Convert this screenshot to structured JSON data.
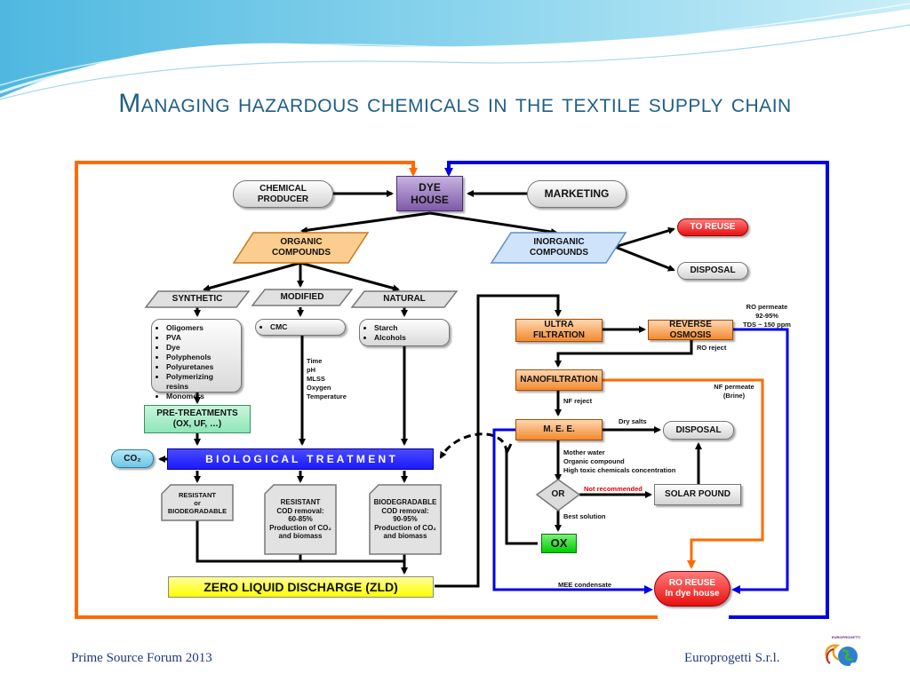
{
  "title": "Managing hazardous chemicals in the textile supply chain",
  "footer": {
    "left": "Prime Source Forum 2013",
    "right": "Europrogetti S.r.l.",
    "logo_text": "EUROPROGETTI"
  },
  "colors": {
    "orange_loop": "#ff6a00",
    "blue_loop": "#0000e6",
    "title": "#1f5f85",
    "bio_bar": "#1a1aff",
    "zld": "#ffff00",
    "reuse": "#e81010",
    "ox": "#00cc00",
    "pretreat": "#8ee6b8",
    "co2": "#6fc6e6",
    "dye_house": "#7e5aa8"
  },
  "nodes": {
    "chemical_producer": "CHEMICAL\nPRODUCER",
    "dye_house": "DYE\nHOUSE",
    "marketing": "MARKETING",
    "organic_compounds": "ORGANIC\nCOMPOUNDS",
    "inorganic_compounds": "INORGANIC\nCOMPOUNDS",
    "to_reuse": "TO REUSE",
    "disposal_top": "DISPOSAL",
    "synthetic": "SYNTHETIC",
    "modified": "MODIFIED",
    "natural": "NATURAL",
    "pre_treatments": "PRE-TREATMENTS\n(OX, UF, …)",
    "co2": "CO₂",
    "biological_treatment": "B I O L O G I C A L   T R E A T M E N T",
    "resistant_or_biodegradable": "RESISTANT\nor\nBIODEGRADABLE",
    "resistant_cod": "RESISTANT\nCOD removal:\n60-85%\nProduction of CO₂\nand biomass",
    "biodegradable_cod": "BIODEGRADABLE\nCOD removal:\n90-95%\nProduction of CO₂\nand biomass",
    "zld": "ZERO LIQUID DISCHARGE (ZLD)",
    "ultra_filtration": "ULTRA\nFILTRATION",
    "reverse_osmosis": "REVERSE OSMOSIS",
    "nanofiltration": "NANOFILTRATION",
    "mee": "M. E. E.",
    "disposal_mee": "DISPOSAL",
    "or": "OR",
    "solar_pound": "SOLAR POUND",
    "ox": "OX",
    "ro_reuse": "RO REUSE\nIn dye house"
  },
  "lists": {
    "synthetic": [
      "Oligomers",
      "PVA",
      "Dye",
      "Polyphenols",
      "Polyuretanes",
      "Polymerizing resins",
      "Monomers"
    ],
    "modified": [
      "CMC"
    ],
    "natural": [
      "Starch",
      "Alcohols"
    ]
  },
  "labels": {
    "params": "Time\npH\nMLSS\nOxygen\nTemperature",
    "ro_permeate": "RO permeate\n92-95%\nTDS ~ 150 ppm",
    "ro_reject": "RO reject",
    "nf_reject": "NF reject",
    "nf_permeate": "NF permeate\n(Brine)",
    "dry_salts": "Dry salts",
    "mother_water": "Mother water\nOrganic compound\nHigh toxic chemicals concentration",
    "not_recommended": "Not recommended",
    "best_solution": "Best solution",
    "mee_condensate": "MEE condensate"
  }
}
